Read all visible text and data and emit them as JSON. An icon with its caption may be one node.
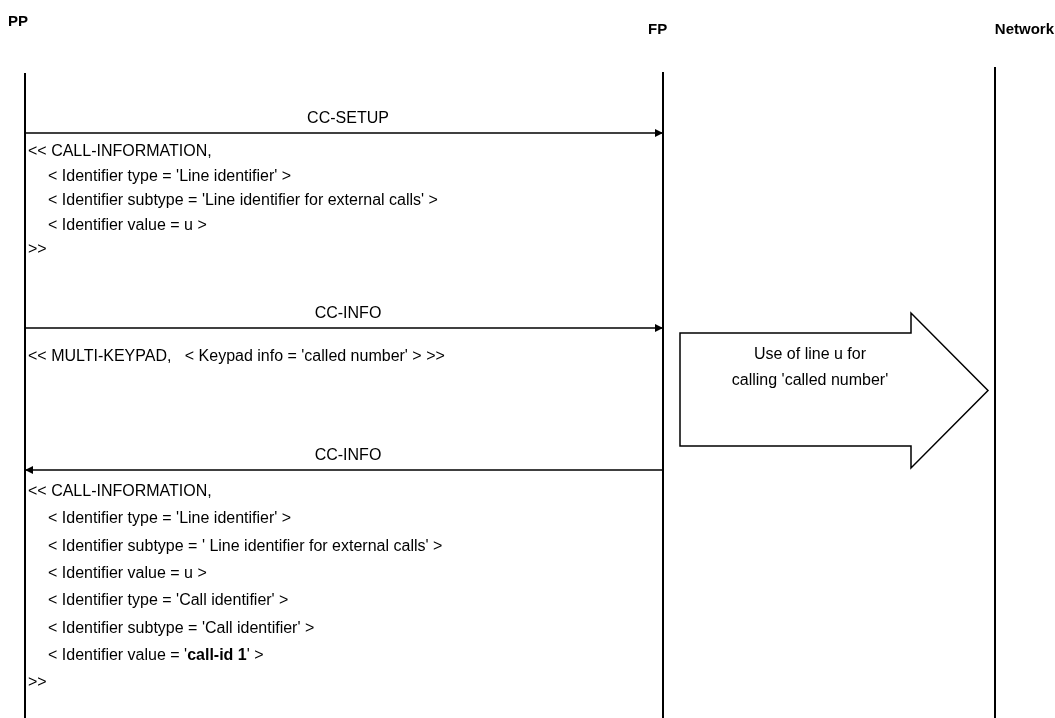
{
  "diagram": {
    "nodes": [
      {
        "text": [
          "PP"
        ]
      },
      {
        "text": [
          "FP"
        ]
      },
      {
        "text": [
          "Network"
        ]
      }
    ],
    "edges": [
      {
        "from": 0,
        "to": 1,
        "arrow": "to",
        "label": "CC-SETUP"
      },
      {
        "from": 0,
        "to": 1,
        "arrow": "to",
        "label": "CC-INFO"
      },
      {
        "from": 1,
        "to": 0,
        "arrow": "to",
        "label": "CC-INFO"
      },
      {
        "from": 1,
        "to": 2,
        "arrow": "to",
        "label": "Use of line u for calling 'called number'",
        "style": "thick"
      }
    ],
    "labels": [
      "<< CALL-INFORMATION,",
      "< Identifier type = 'Line identifier' >",
      "< Identifier subtype = 'Line identifier for external calls' >",
      "< Identifier value = u >",
      ">>",
      "<< MULTI-KEYPAD,   < Keypad info = 'called number' > >>",
      "<< CALL-INFORMATION,",
      "< Identifier type = 'Line identifier' >",
      "< Identifier subtype = ' Line identifier for external calls' >",
      "< Identifier value = u >",
      "< Identifier type = 'Call identifier' >",
      "< Identifier subtype = 'Call identifier' >",
      "< Identifier value = '**call-id 1**' >",
      ">>"
    ]
  }
}
